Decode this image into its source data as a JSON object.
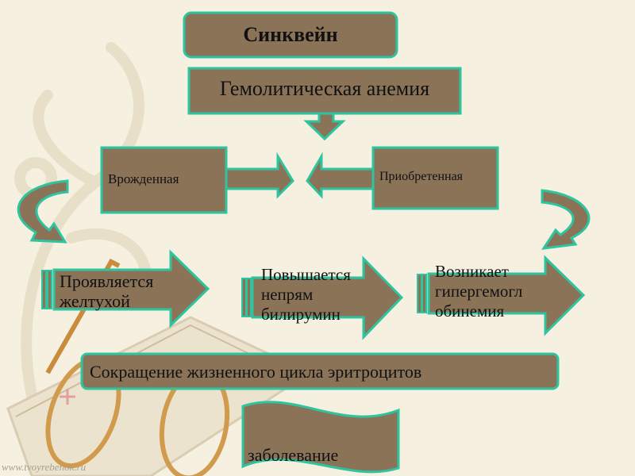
{
  "slide": {
    "title": "Синквейн",
    "topic": "Гемолитическая анемия",
    "type_left": "Врожденная",
    "type_right": "Приобретенная",
    "steps": [
      {
        "line1": "Проявляется",
        "line2": "желтухой"
      },
      {
        "line1": "Повышается",
        "line2": "непрям",
        "line3": "билирумин"
      },
      {
        "line1": "Возникает",
        "line2": "гипергемогл",
        "line3": "обинемия"
      }
    ],
    "summary": "Сокращение жизненного цикла эритроцитов",
    "final_word": "заболевание",
    "watermark": "www.tvoyrebenok.ru"
  },
  "colors": {
    "background": "#f6f0e1",
    "shape_fill": "#8b7358",
    "shape_border": "#2fc4a0"
  }
}
